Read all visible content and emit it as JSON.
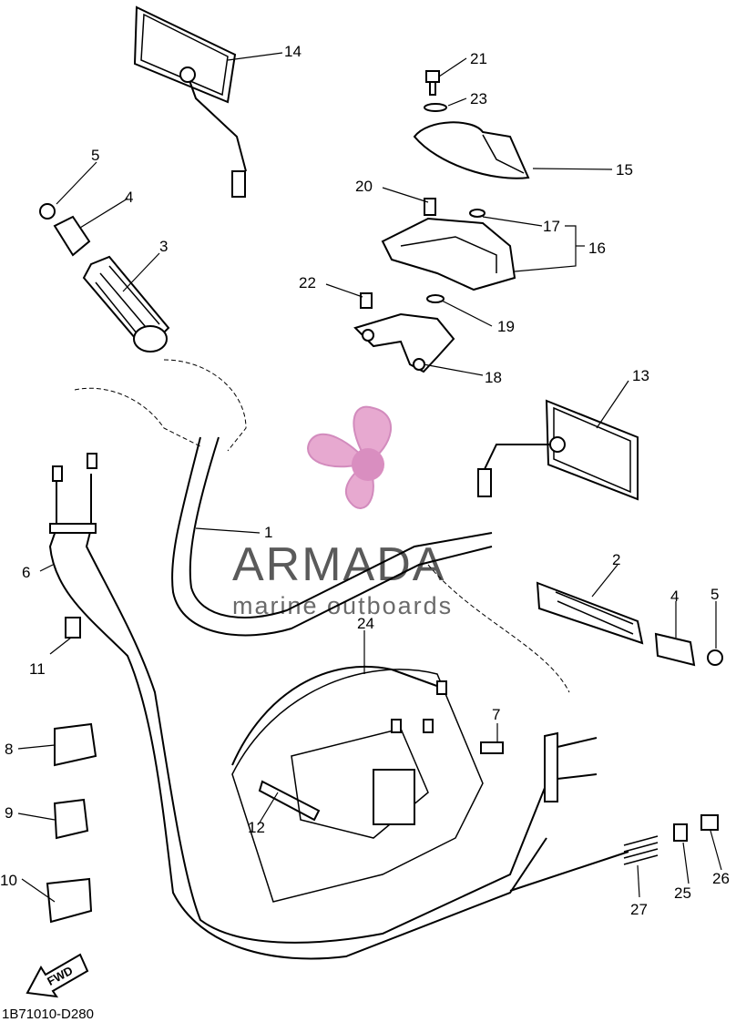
{
  "watermark": {
    "brand": "ARMADA",
    "subtitle": "marine outboards",
    "colors": {
      "prop": "#e7a9d0",
      "hub": "#d98ec0",
      "text": "#5a5a5a"
    }
  },
  "fwd_label": "FWD",
  "drawing_code": "1B71010-D280",
  "callouts": [
    "1",
    "2",
    "3",
    "4",
    "4",
    "5",
    "5",
    "6",
    "7",
    "8",
    "9",
    "10",
    "11",
    "12",
    "13",
    "14",
    "15",
    "16",
    "17",
    "18",
    "19",
    "20",
    "21",
    "22",
    "23",
    "24",
    "25",
    "26",
    "27"
  ]
}
